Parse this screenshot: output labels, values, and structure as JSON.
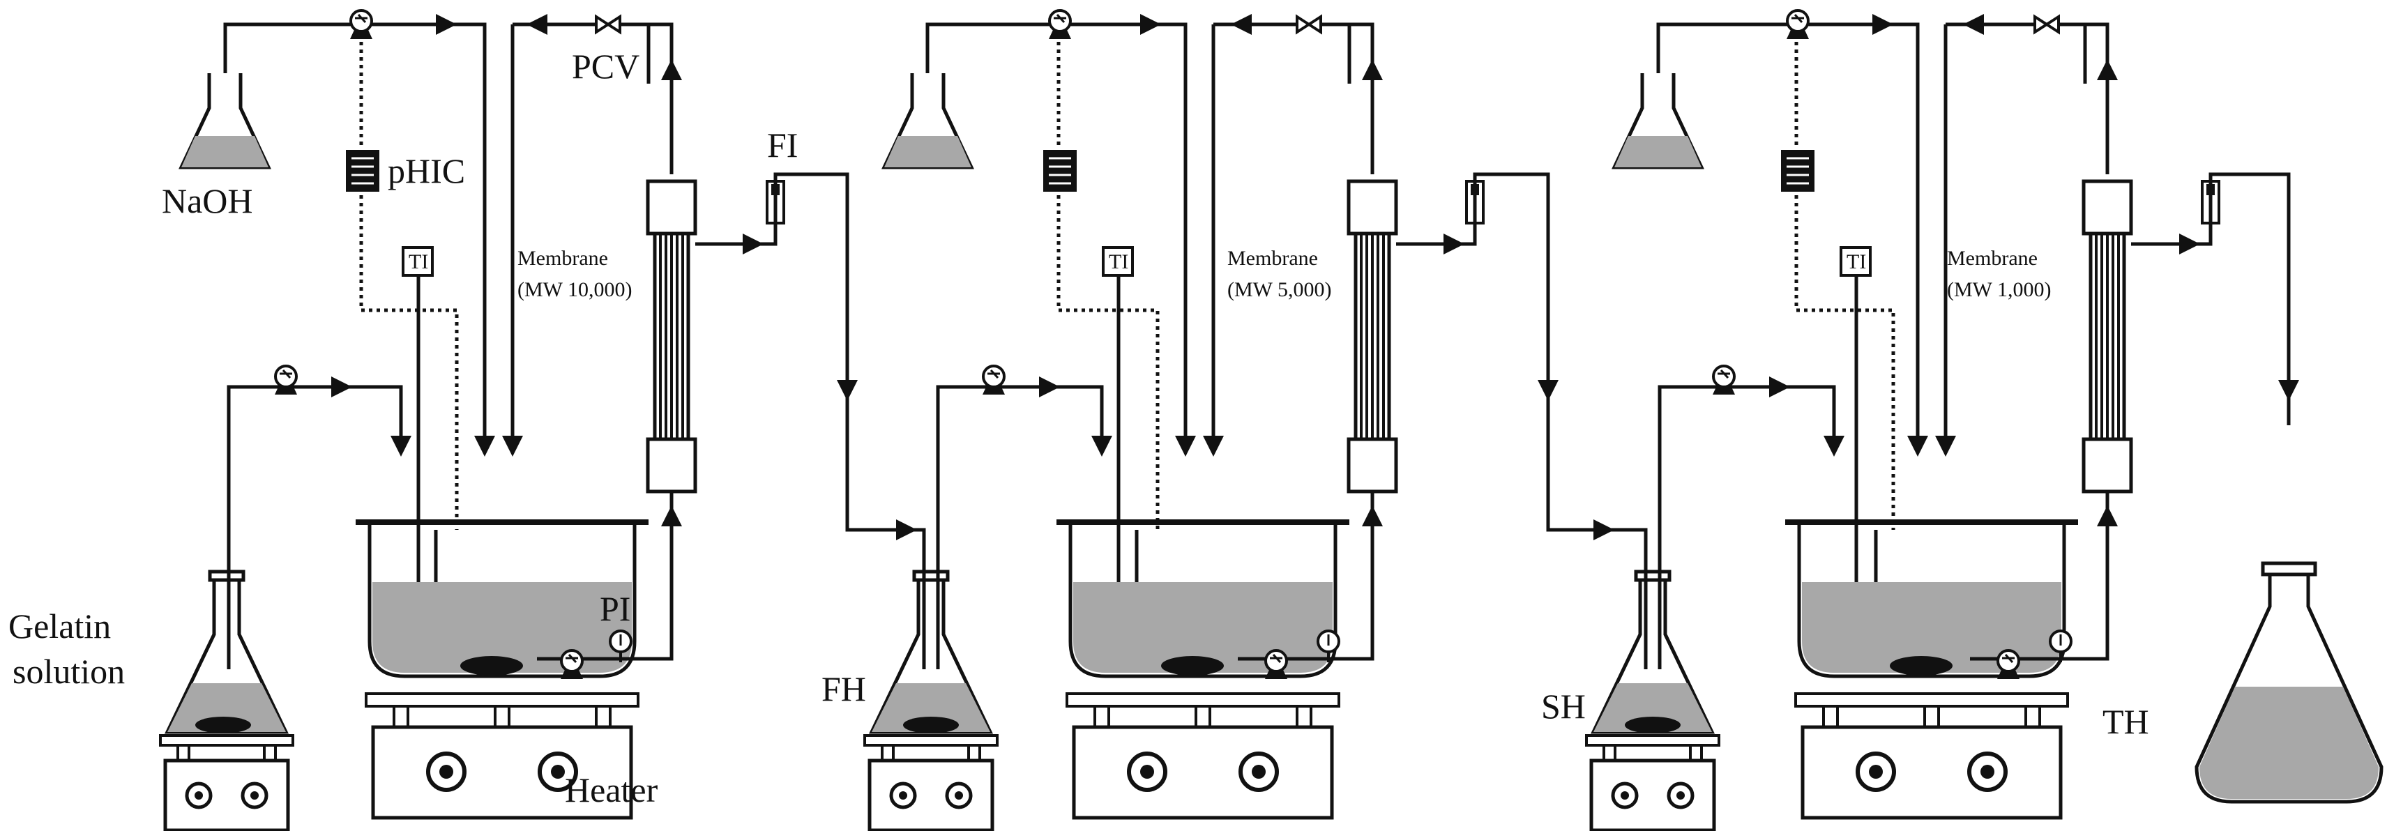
{
  "diagram": {
    "labels": {
      "naoh": "NaOH",
      "phic": "pHIC",
      "pcv": "PCV",
      "fi": "FI",
      "pi": "PI",
      "gelatin_line1": "Gelatin",
      "gelatin_line2": "solution",
      "heater": "Heater",
      "fh": "FH",
      "sh": "SH",
      "th": "TH",
      "ti": "TI"
    },
    "stages": [
      {
        "membrane_label": "Membrane",
        "membrane_mw": "(MW 10,000)"
      },
      {
        "membrane_label": "Membrane",
        "membrane_mw": "(MW 5,000)"
      },
      {
        "membrane_label": "Membrane",
        "membrane_mw": "(MW 1,000)"
      }
    ]
  }
}
